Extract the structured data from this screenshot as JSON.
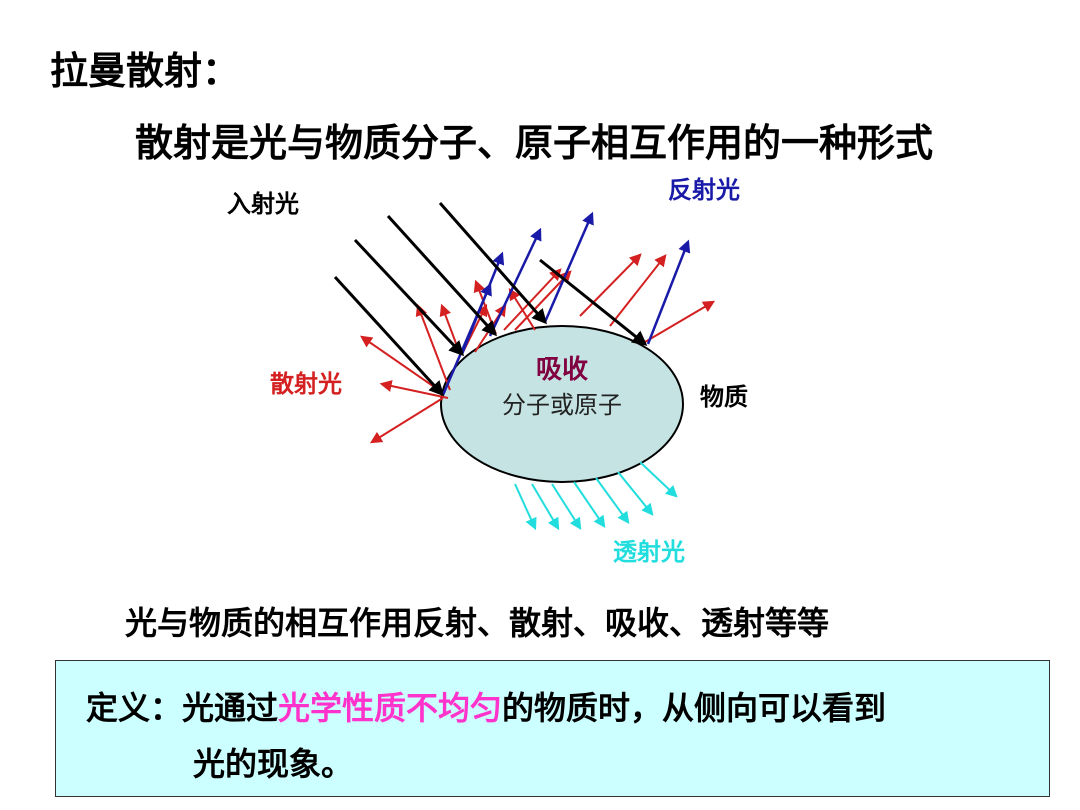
{
  "title": "拉曼散射：",
  "subtitle": "散射是光与物质分子、原子相互作用的一种形式",
  "diagram": {
    "incident_label": "入射光",
    "reflected_label": "反射光",
    "scattered_label": "散射光",
    "transmitted_label": "透射光",
    "matter_label": "物质",
    "absorb_label": "吸收",
    "particle_label": "分子或原子",
    "colors": {
      "incident": "#000000",
      "reflected": "#1a1aa8",
      "scattered": "#d42020",
      "transmitted": "#22dddd",
      "ellipse_fill": "#c5e3e3",
      "absorb_text": "#800040",
      "reflected_text": "#1a1aa8",
      "scattered_text": "#d42020",
      "transmitted_text": "#22dddd"
    }
  },
  "summary": "光与物质的相互作用反射、散射、吸收、透射等等",
  "definition": {
    "prefix": "定义：光通过",
    "highlight": "光学性质不均匀",
    "suffix": "的物质时，从侧向可以看到",
    "line2": "光的现象。",
    "highlight_color": "#ff33cc",
    "box_color": "#ccffff"
  }
}
